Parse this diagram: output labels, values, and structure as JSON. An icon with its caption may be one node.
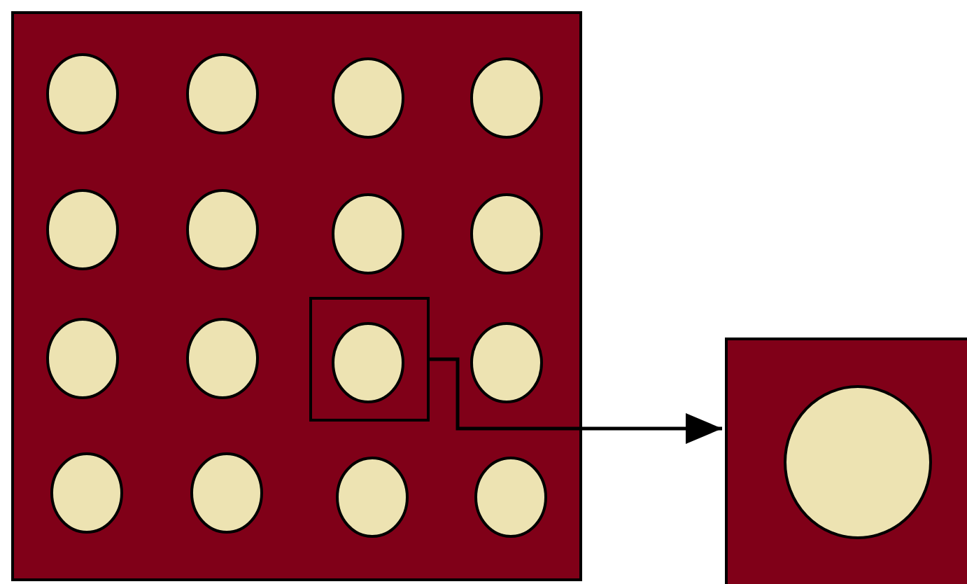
{
  "diagram": {
    "nodes": [
      {
        "text": [],
        "shape": "box"
      },
      {
        "text": [],
        "shape": "box",
        "in": 0
      },
      {
        "text": [],
        "shape": "box"
      }
    ],
    "edges": [
      {
        "from": 1,
        "to": 2,
        "arrow": "to"
      }
    ]
  }
}
